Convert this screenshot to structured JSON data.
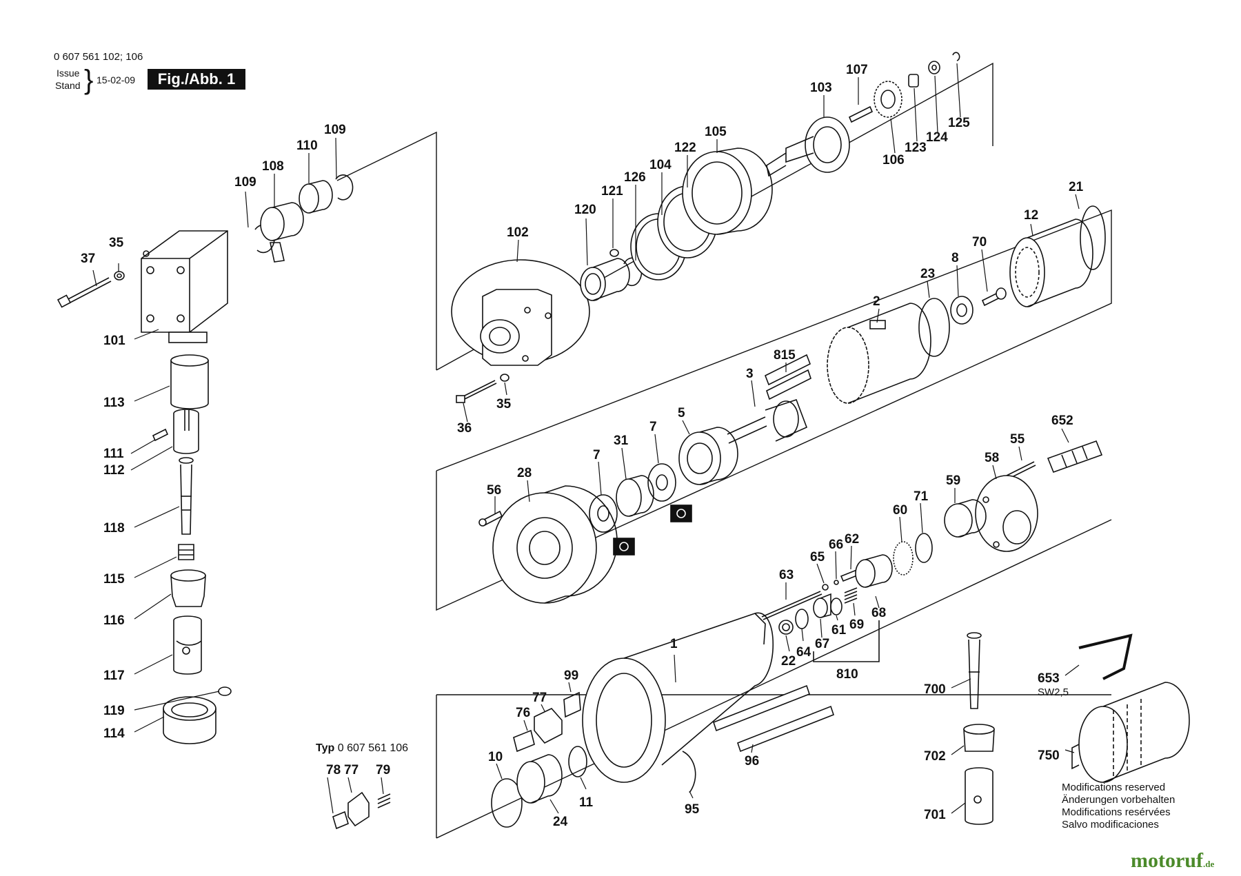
{
  "header": {
    "part_number": "0 607 561 102; 106",
    "issue_label": "Issue",
    "stand_label": "Stand",
    "date": "15-02-09",
    "figure_label": "Fig./Abb. 1"
  },
  "typ_note": {
    "prefix": "Typ",
    "number": "0 607 561 106"
  },
  "modifications": [
    "Modifications reserved",
    "Änderungen vorbehalten",
    "Modifications resérvées",
    "Salvo modificaciones"
  ],
  "sw_label": "SW2,5",
  "watermark": "motoruf",
  "watermark_suffix": ".de",
  "part_labels": [
    "0 607 561 102; 106",
    "37",
    "35",
    "101",
    "113",
    "111",
    "112",
    "118",
    "115",
    "116",
    "117",
    "119",
    "114",
    "109",
    "108",
    "110",
    "102",
    "120",
    "121",
    "126",
    "104",
    "122",
    "105",
    "103",
    "107",
    "106",
    "123",
    "124",
    "125",
    "36",
    "21",
    "12",
    "23",
    "8",
    "70",
    "2",
    "815",
    "3",
    "28",
    "56",
    "7",
    "31",
    "5",
    "652",
    "55",
    "58",
    "59",
    "60",
    "71",
    "65",
    "66",
    "62",
    "63",
    "22",
    "64",
    "67",
    "61",
    "69",
    "68",
    "810",
    "1",
    "99",
    "77",
    "76",
    "10",
    "24",
    "11",
    "95",
    "96",
    "78",
    "79",
    "700",
    "702",
    "701",
    "653",
    "750"
  ]
}
